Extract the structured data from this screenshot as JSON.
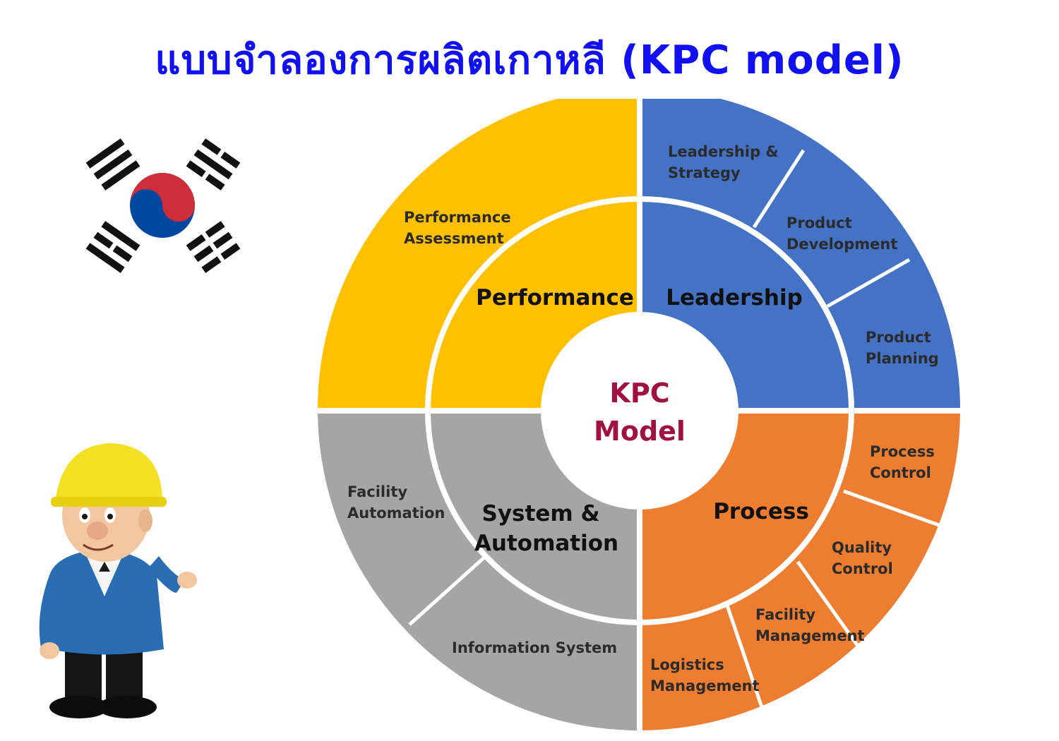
{
  "title": "แบบจำลองการผลิตเกาหลี (KPC model)",
  "center": {
    "line1": "KPC",
    "line2": "Model"
  },
  "colors": {
    "title": "#1010f0",
    "performance": "#ffc000",
    "leadership": "#4472c4",
    "process": "#ed7d31",
    "system_automation": "#a5a5a5",
    "center_text": "#a01040",
    "flag_red": "#cd2e3a",
    "flag_blue": "#0047a0"
  },
  "quadrants": {
    "performance": {
      "label": "Performance",
      "outer": [
        {
          "line1": "Performance",
          "line2": "Assessment"
        }
      ]
    },
    "leadership": {
      "label": "Leadership",
      "outer": [
        {
          "line1": "Leadership &",
          "line2": "Strategy"
        },
        {
          "line1": "Product",
          "line2": "Development"
        },
        {
          "line1": "Product",
          "line2": "Planning"
        }
      ]
    },
    "process": {
      "label": "Process",
      "outer": [
        {
          "line1": "Process",
          "line2": "Control"
        },
        {
          "line1": "Quality",
          "line2": "Control"
        },
        {
          "line1": "Facility",
          "line2": "Management"
        },
        {
          "line1": "Logistics",
          "line2": "Management"
        }
      ]
    },
    "system": {
      "label_line1": "System &",
      "label_line2": "Automation",
      "outer": [
        {
          "line1": "Facility",
          "line2": "Automation"
        },
        {
          "line1": "Information System"
        }
      ]
    }
  }
}
